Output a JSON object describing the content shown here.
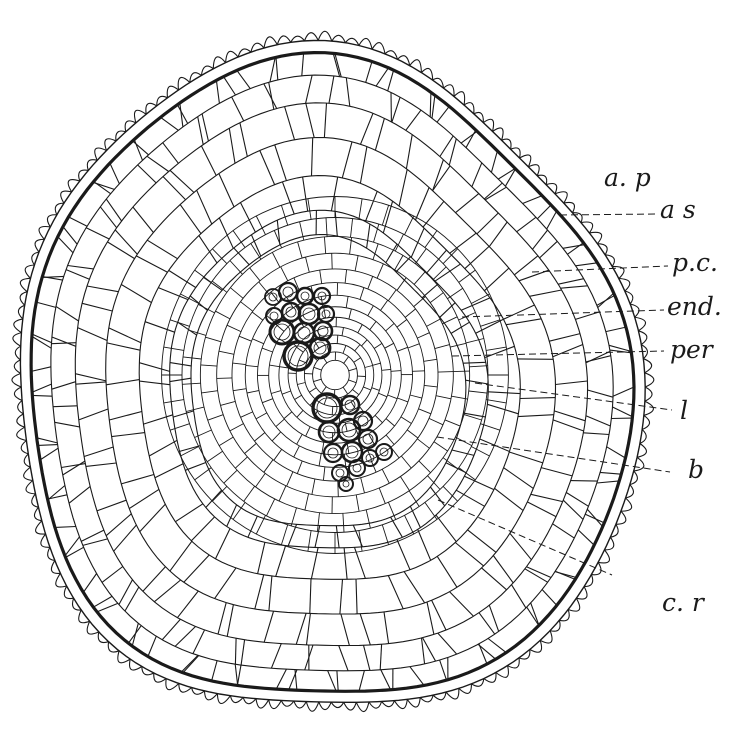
{
  "figure": {
    "labels": [
      {
        "id": "ap",
        "text": "a. p"
      },
      {
        "id": "as",
        "text": "a s"
      },
      {
        "id": "pc",
        "text": "p.c."
      },
      {
        "id": "end",
        "text": "end."
      },
      {
        "id": "per",
        "text": "per"
      },
      {
        "id": "l",
        "text": "l"
      },
      {
        "id": "b",
        "text": "b"
      },
      {
        "id": "cr",
        "text": "c. r"
      }
    ]
  },
  "style": {
    "ink": "#1a1a1a",
    "paper": "#ffffff"
  }
}
